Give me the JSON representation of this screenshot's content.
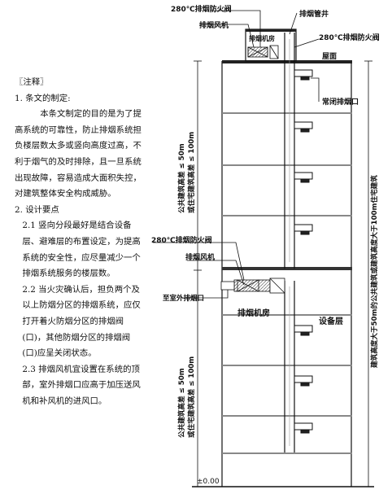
{
  "notes": {
    "heading": "〖注释〗",
    "item1_title": "1. 条文的制定:",
    "item1_body": "本条文制定的目的是为了提高系统的可靠性，防止排烟系统担负楼层数太多或竖向高度过高，不利于烟气的及时排除，且一旦系统出现故障，容易造成大面积失控，对建筑整体安全构成威胁。",
    "item2_title": "2. 设计要点",
    "item21": "2.1 竖向分段最好是结合设备层、避难层的布置设定，为提高系统的安全性，应尽量减少一个排烟系统服务的楼层数。",
    "item22": "2.2 当火灾确认后，担负两个及以上防烟分区的排烟系统，应仅打开着火防烟分区的排烟阀(口)，其他防烟分区的排烟阀(口)应呈关闭状态。",
    "item23": "2.3 排烟风机宜设置在系统的顶部，室外排烟口应高于加压送风机和补风机的进风口。"
  },
  "diagram": {
    "valve_280_top": "280℃排烟防火阀",
    "shaft": "排烟管井",
    "fan_top": "排烟风机",
    "fan_room_top": "排烟机房",
    "valve_280_right": "280℃排烟防火阀",
    "roof": "屋面",
    "normally_closed_outlet": "常闭排烟口",
    "valve_280_mid": "280℃排烟防火阀",
    "fan_mid": "排烟风机",
    "outdoor_outlet": "至室外排烟口",
    "fan_room_mid": "排烟机房",
    "equipment_floor": "设备层",
    "height_limit_upper": "公共建筑高差 ≤ 50m",
    "height_limit_upper_2": "或住宅建筑高差 ≤ 100m",
    "height_limit_lower": "公共建筑高差 ≤ 50m",
    "height_limit_lower_2": "或住宅建筑高差 ≤ 100m",
    "building_height_note": "建筑高度大于50m的公共建筑或建筑高度大于100m住宅建筑",
    "ground_level": "±0.00"
  }
}
